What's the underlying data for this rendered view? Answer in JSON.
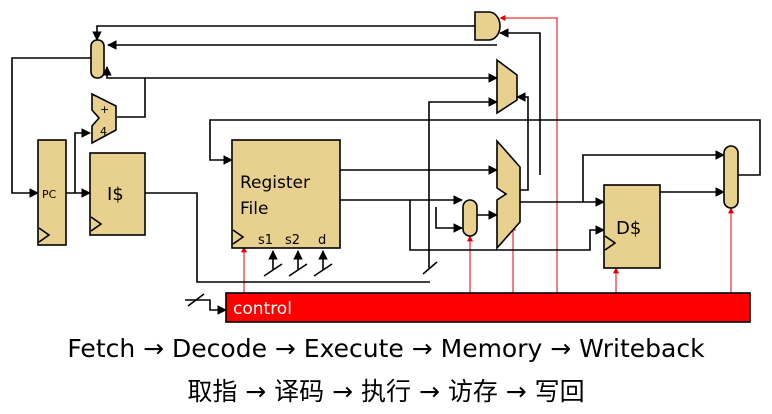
{
  "blocks": {
    "pc": "PC",
    "icache": "I$",
    "adder_plus": "+",
    "adder_four": "4",
    "regfile_line1": "Register",
    "regfile_line2": "File",
    "port_s1": "s1",
    "port_s2": "s2",
    "port_d": "d",
    "dcache": "D$",
    "control": "control"
  },
  "captions": {
    "stages_en": "Fetch → Decode → Execute → Memory → Writeback",
    "stages_cn": "取指 → 译码 → 执行 → 访存 → 写回"
  },
  "colors": {
    "block_fill": "#e8d18f",
    "control_fill": "#ff0000",
    "control_wire": "#e60000"
  }
}
